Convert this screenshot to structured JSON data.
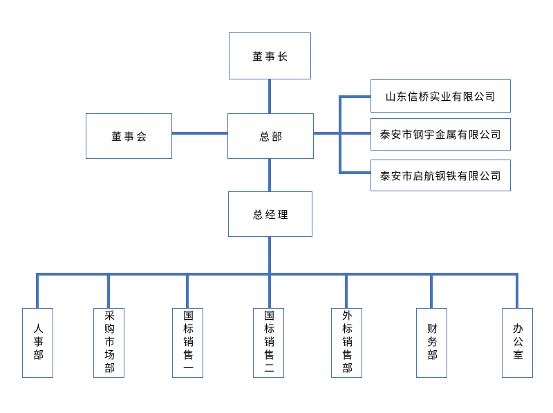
{
  "org_chart": {
    "accent_color": "#4472C4",
    "background_color": "#ffffff",
    "text_color": "#000000",
    "nodes": {
      "chairman": "董事长",
      "board": "董事会",
      "headquarters": "总部",
      "general_manager": "总经理"
    },
    "companies": [
      "山东信桥实业有限公司",
      "泰安市钢宇金属有限公司",
      "泰安市启航钢铁有限公司"
    ],
    "departments": [
      "人事部",
      "采购市场部",
      "国标销售一",
      "国标销售二",
      "外标销售部",
      "财务部",
      "办公室"
    ]
  }
}
